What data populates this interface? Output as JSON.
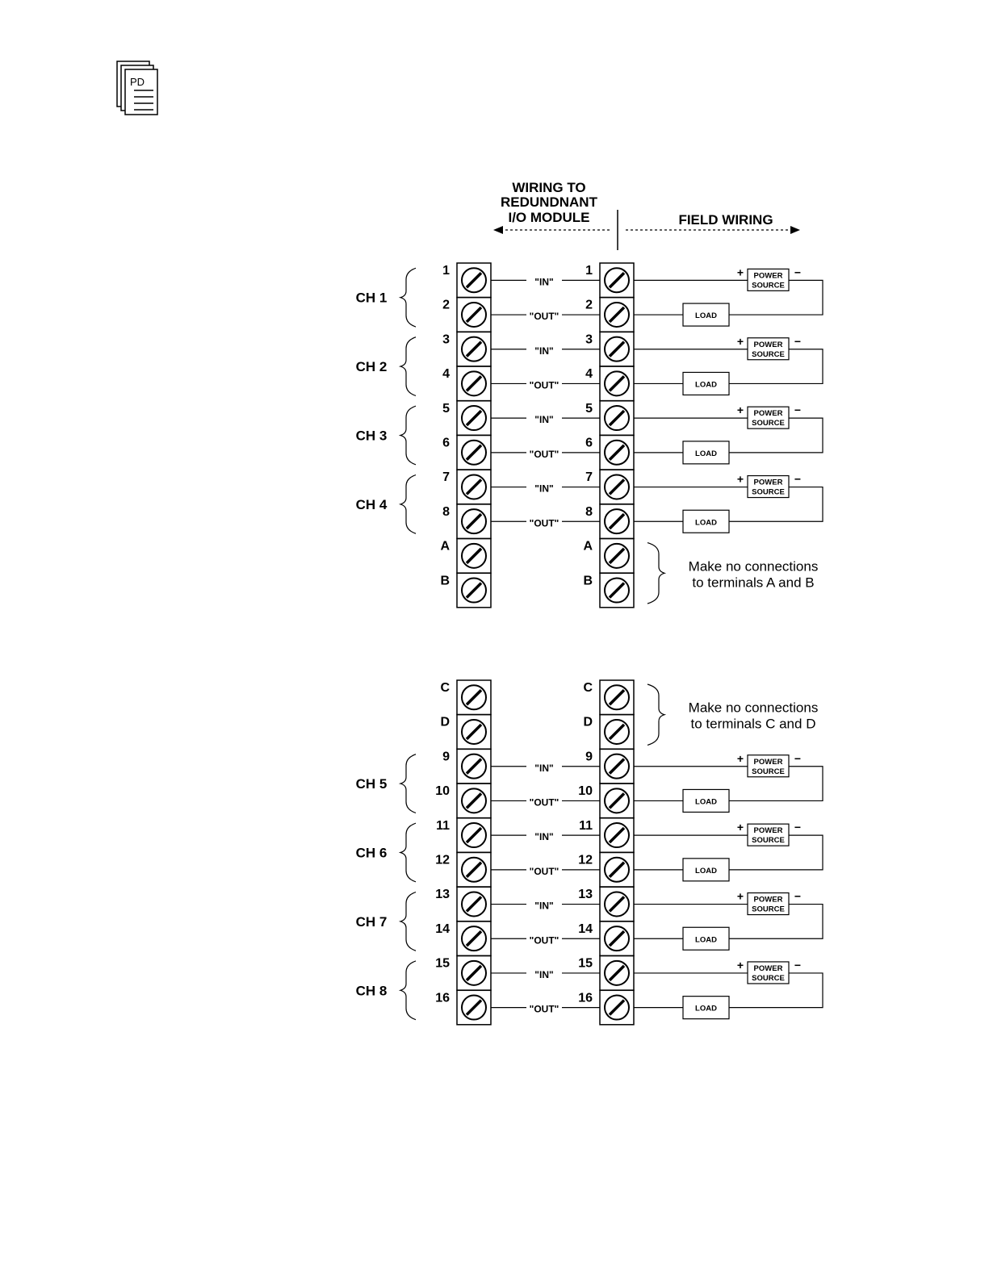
{
  "header": {
    "left_title": [
      "WIRING  TO",
      "REDUNDNANT",
      "I/O  MODULE"
    ],
    "right_title": "FIELD  WIRING"
  },
  "doc_icon": {
    "label": "PD",
    "icon": "document-stack-icon"
  },
  "signals": {
    "in": "\"IN\"",
    "out": "\"OUT\""
  },
  "field": {
    "power_line1": "POWER",
    "power_line2": "SOURCE",
    "load": "LOAD",
    "plus": "+",
    "minus": "−"
  },
  "blocks": [
    {
      "terminals": [
        "1",
        "2",
        "3",
        "4",
        "5",
        "6",
        "7",
        "8",
        "A",
        "B"
      ],
      "channels": [
        {
          "label": "CH  1",
          "in_terminal": "1",
          "out_terminal": "2"
        },
        {
          "label": "CH  2",
          "in_terminal": "3",
          "out_terminal": "4"
        },
        {
          "label": "CH  3",
          "in_terminal": "5",
          "out_terminal": "6"
        },
        {
          "label": "CH  4",
          "in_terminal": "7",
          "out_terminal": "8"
        }
      ],
      "note": [
        "Make  no  connections",
        "to  terminals  A  and  B"
      ]
    },
    {
      "terminals": [
        "C",
        "D",
        "9",
        "10",
        "11",
        "12",
        "13",
        "14",
        "15",
        "16"
      ],
      "channels": [
        {
          "label": "CH  5",
          "in_terminal": "9",
          "out_terminal": "10"
        },
        {
          "label": "CH  6",
          "in_terminal": "11",
          "out_terminal": "12"
        },
        {
          "label": "CH  7",
          "in_terminal": "13",
          "out_terminal": "14"
        },
        {
          "label": "CH  8",
          "in_terminal": "15",
          "out_terminal": "16"
        }
      ],
      "note": [
        "Make  no  connections",
        "to  terminals  C  and  D"
      ]
    }
  ]
}
